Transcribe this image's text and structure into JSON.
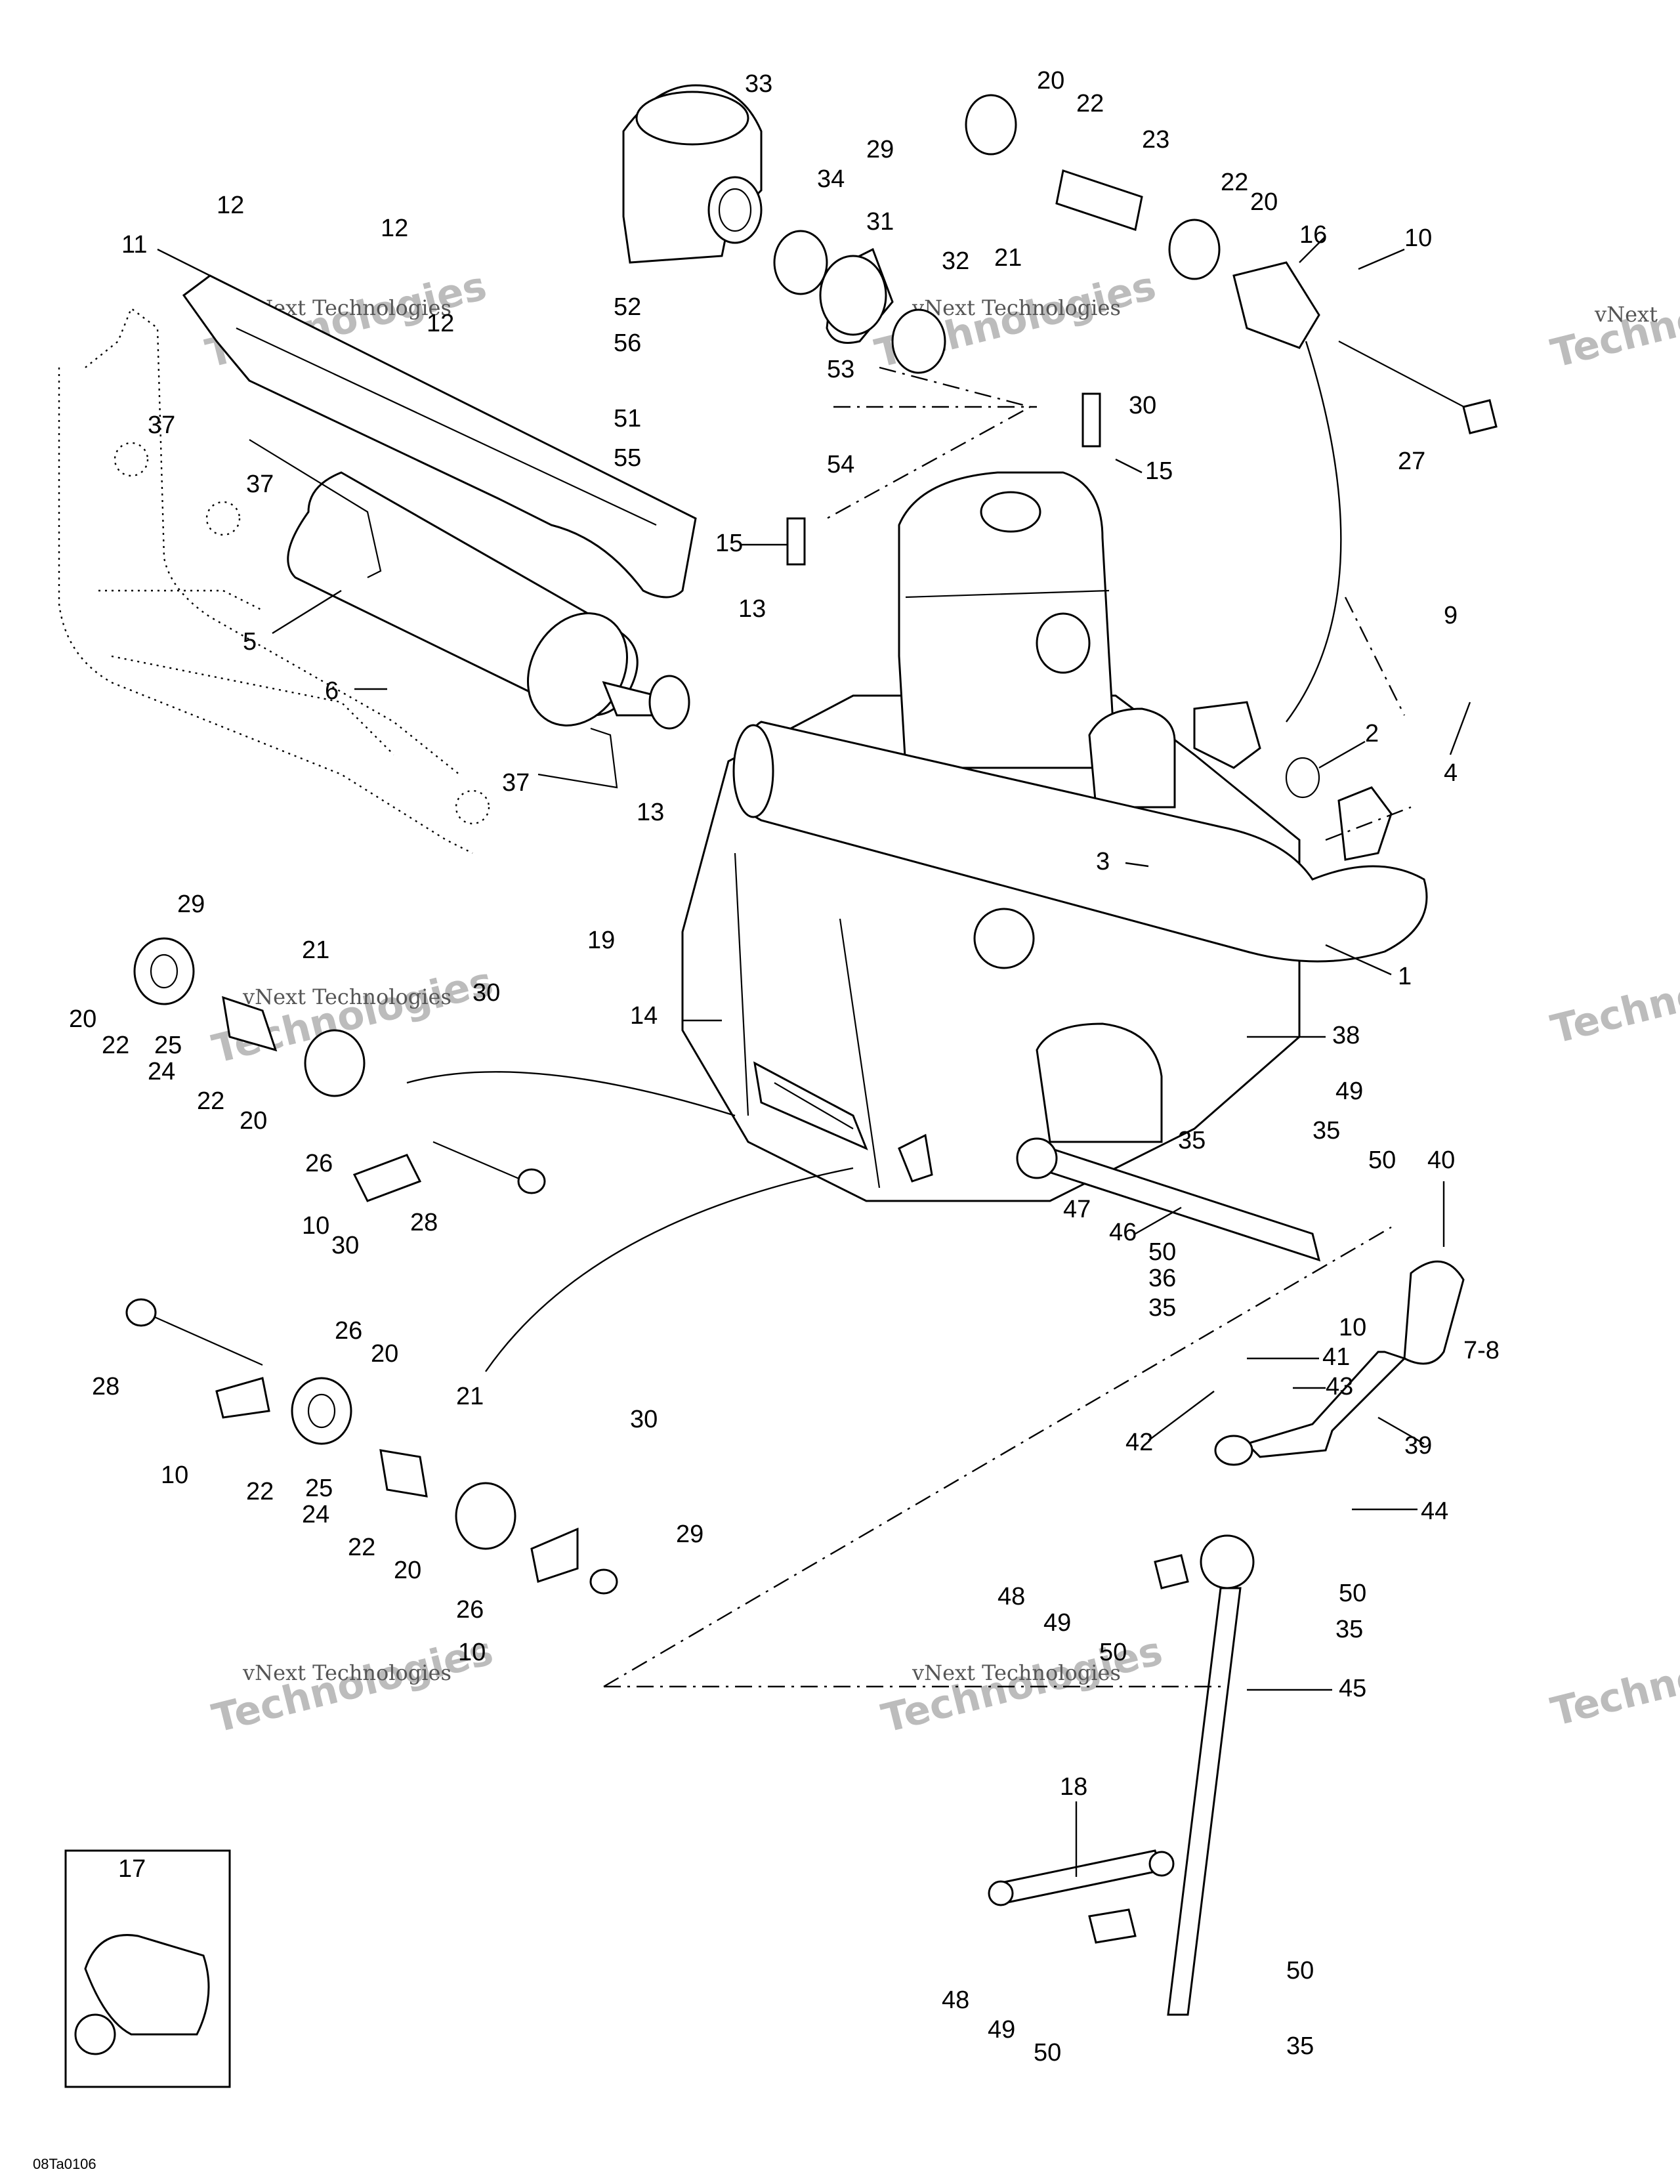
{
  "diagram_code": "08Ta0106",
  "watermark": {
    "company": "vNext Technologies",
    "word": "Technologies",
    "prefix": "vNext"
  },
  "callouts": {
    "c1": "1",
    "c2": "2",
    "c3": "3",
    "c4": "4",
    "c5": "5",
    "c6": "6",
    "c7_8": "7-8",
    "c9": "9",
    "c10": "10",
    "c11": "11",
    "c12": "12",
    "c13": "13",
    "c14": "14",
    "c15": "15",
    "c16": "16",
    "c17": "17",
    "c18": "18",
    "c19": "19",
    "c20": "20",
    "c21": "21",
    "c22": "22",
    "c23": "23",
    "c24": "24",
    "c25": "25",
    "c26": "26",
    "c27": "27",
    "c28": "28",
    "c29": "29",
    "c30": "30",
    "c31": "31",
    "c32": "32",
    "c33": "33",
    "c34": "34",
    "c35": "35",
    "c36": "36",
    "c37": "37",
    "c38": "38",
    "c39": "39",
    "c40": "40",
    "c41": "41",
    "c42": "42",
    "c43": "43",
    "c44": "44",
    "c45": "45",
    "c46": "46",
    "c47": "47",
    "c48": "48",
    "c49": "49",
    "c50": "50",
    "c51": "51",
    "c52": "52",
    "c53": "53",
    "c54": "54",
    "c55": "55",
    "c56": "56"
  }
}
